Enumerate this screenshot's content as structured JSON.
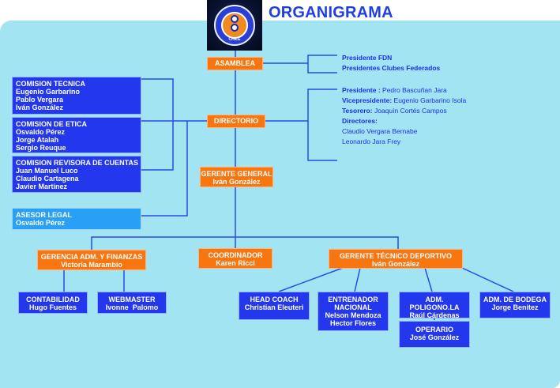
{
  "header": {
    "title": "ORGANIGRAMA",
    "logo_text": "CHILE"
  },
  "asamblea": {
    "label": "ASAMBLEA",
    "members": [
      "Presidente FDN",
      "Presidentes Clubes Federados"
    ]
  },
  "directorio": {
    "label": "DIRECTORIO",
    "presidente_label": "Presidente :",
    "presidente": "Pedro Bascuñan Jara",
    "vicepresidente_label": "Vicepresidente:",
    "vicepresidente": "Eugenio Garbarino Isola",
    "tesorero_label": "Tesorero:",
    "tesorero": "Joaquín Cortés Campos",
    "directores_label": "Directores:",
    "directores": [
      "Claudio Vergara Bernabe",
      "Leonardo Jara Frey"
    ]
  },
  "comisiones": [
    {
      "title": "COMISION TECNICA",
      "members": [
        "Eugenio Garbarino",
        "Pablo Vergara",
        "Iván González"
      ]
    },
    {
      "title": "COMISION DE ETICA",
      "members": [
        "Osvaldo Pérez",
        "Jorge Atalah",
        "Sergio Reuque"
      ]
    },
    {
      "title": "COMISION REVISORA DE CUENTAS",
      "members": [
        "Juan Manuel Luco",
        "Claudio Cartagena",
        "Javier Martínez"
      ]
    }
  ],
  "asesor_legal": {
    "title": "ASESOR LEGAL",
    "name": "Osvaldo Pérez"
  },
  "gerente_general": {
    "title": "GERENTE GENERAL",
    "name": "Iván González"
  },
  "gerencia_adm": {
    "title": "GERENCIA ADM. Y FINANZAS",
    "name": "Victoria Marambio"
  },
  "coordinador": {
    "title": "COORDINADOR",
    "name": "Karen Ricci"
  },
  "gerente_tecnico": {
    "title": "GERENTE TÉCNICO DEPORTIVO",
    "name": "Iván González"
  },
  "contabilidad": {
    "title": "CONTABILIDAD",
    "name": "Hugo Fuentes"
  },
  "webmaster": {
    "title": "WEBMASTER",
    "name": "Ivonne  Palomo"
  },
  "head_coach": {
    "title": "HEAD COACH",
    "name": "Christian Eleuteri"
  },
  "entrenador": {
    "title1": "ENTRENADOR",
    "title2": "NACIONAL",
    "name1": "Nelson Mendoza",
    "name2": "Hector Flores"
  },
  "adm_poligono": {
    "title": "ADM. POLIGONO.LA",
    "name": "Raúl Cárdenas"
  },
  "operario": {
    "title": "OPERARIO",
    "name": "José González"
  },
  "adm_bodega": {
    "title": "ADM. DE BODEGA",
    "name": "Jorge Benitez"
  },
  "colors": {
    "panel": "#a3e4f3",
    "orange": "#f87510",
    "blue": "#2338ec",
    "light_blue": "#2aa0f4",
    "line": "#2a4ae6",
    "title": "#1f3fe0"
  }
}
